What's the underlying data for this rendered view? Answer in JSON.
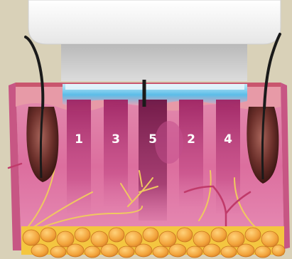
{
  "diagram": {
    "zone_labels": [
      "1",
      "3",
      "5",
      "2",
      "4"
    ],
    "colors": {
      "background": "#d9d1b8",
      "device_body": "#f2f2f2",
      "device_tip": "#c9c9c9",
      "cooling_layer": "#56b8e6",
      "epidermis": "#e79aa7",
      "dermis": "#dc6e9e",
      "fat": "#f4c640",
      "zone_beam": "#b9357a",
      "center_beam": "#7d1c4f",
      "hair": "#1a1a1a",
      "follicle": "#6b2f2a",
      "nerve": "#f0c860",
      "vessel": "#c03a6a",
      "label_text": "#ffffff"
    }
  }
}
